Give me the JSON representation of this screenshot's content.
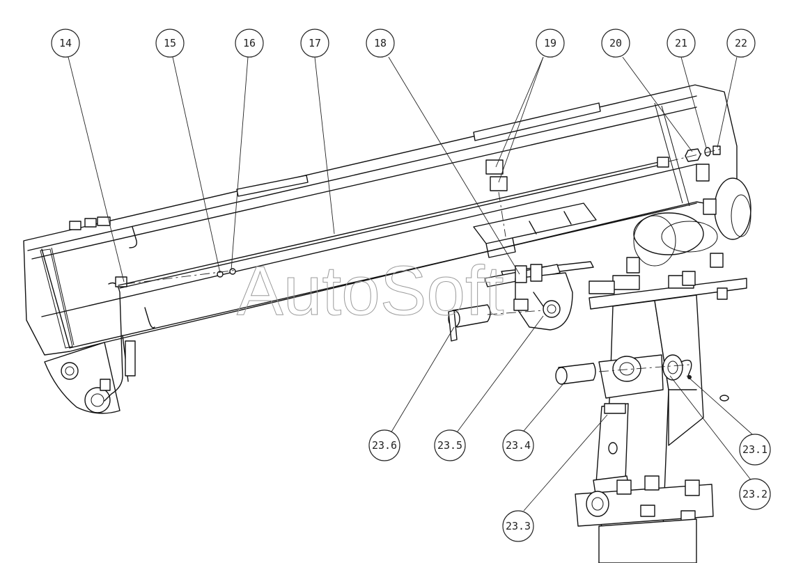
{
  "watermark": "AutoSoft",
  "callouts": [
    {
      "id": "c14",
      "label": "14"
    },
    {
      "id": "c15",
      "label": "15"
    },
    {
      "id": "c16",
      "label": "16"
    },
    {
      "id": "c17",
      "label": "17"
    },
    {
      "id": "c18",
      "label": "18"
    },
    {
      "id": "c19",
      "label": "19"
    },
    {
      "id": "c20",
      "label": "20"
    },
    {
      "id": "c21",
      "label": "21"
    },
    {
      "id": "c22",
      "label": "22"
    },
    {
      "id": "c23_6",
      "label": "23.6"
    },
    {
      "id": "c23_5",
      "label": "23.5"
    },
    {
      "id": "c23_4",
      "label": "23.4"
    },
    {
      "id": "c23_1",
      "label": "23.1"
    },
    {
      "id": "c23_2",
      "label": "23.2"
    },
    {
      "id": "c23_3",
      "label": "23.3"
    }
  ]
}
